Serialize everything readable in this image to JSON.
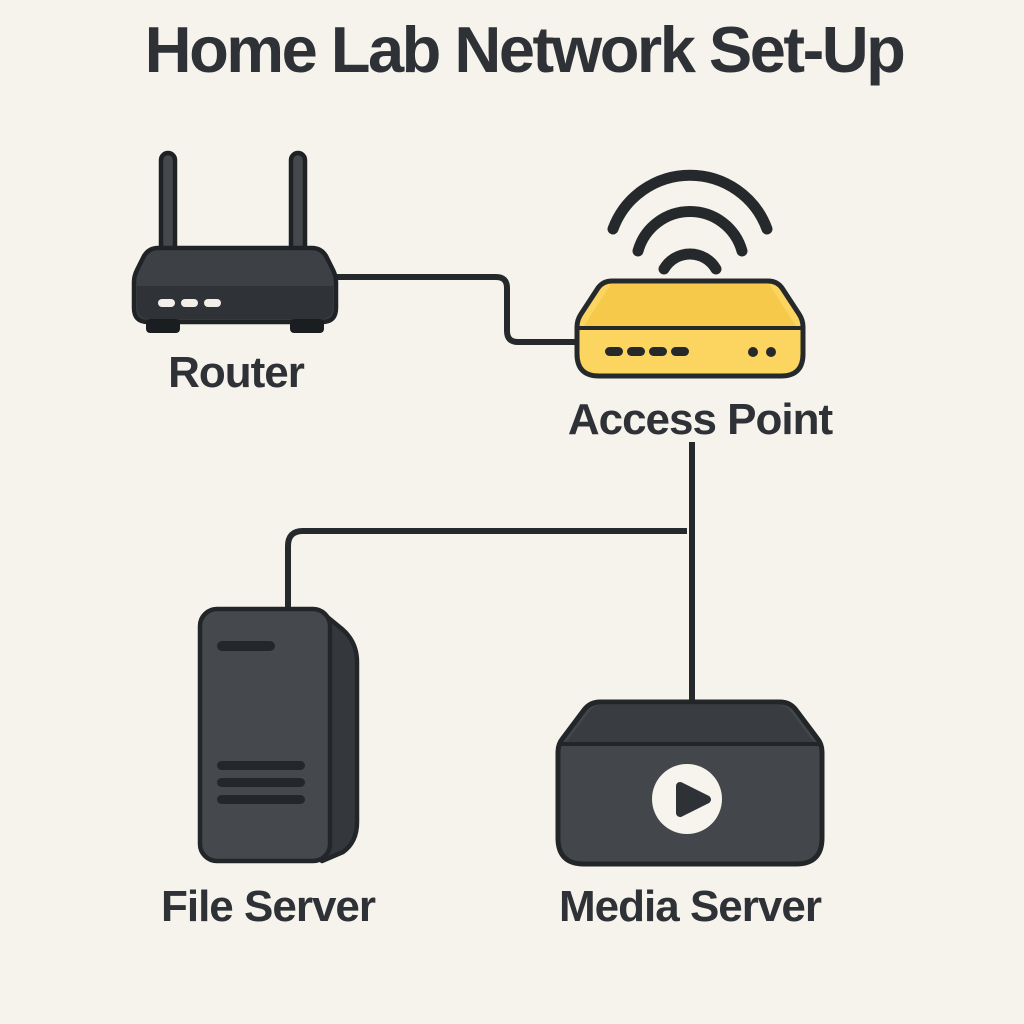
{
  "diagram": {
    "title": "Home Lab Network Set-Up",
    "colors": {
      "bg": "#f6f2ec",
      "text": "#2e3236",
      "line": "#26292b",
      "device-dark": "#3d4145",
      "device-darker": "#2f3337",
      "device-front": "#45494d",
      "ap-front": "#fbd55f",
      "ap-top": "#f6c94b",
      "led-white": "#f3efe8"
    },
    "nodes": [
      {
        "id": "router",
        "label": "Router",
        "icon": "router-icon",
        "body_color": "#3d4145"
      },
      {
        "id": "access-point",
        "label": "Access Point",
        "icon": "access-point-icon",
        "body_color": "#fbd55f"
      },
      {
        "id": "file-server",
        "label": "File Server",
        "icon": "server-tower-icon",
        "body_color": "#45494d"
      },
      {
        "id": "media-server",
        "label": "Media Server",
        "icon": "media-player-icon",
        "body_color": "#43474b"
      }
    ],
    "connections": [
      {
        "from": "router",
        "to": "access-point"
      },
      {
        "from": "access-point",
        "to": "file-server"
      },
      {
        "from": "access-point",
        "to": "media-server"
      }
    ],
    "icon_glyphs": {
      "wifi-waves-icon": "three concentric arcs",
      "play-icon": "right-pointing triangle in circle",
      "led-lights-icon": "rounded dashes",
      "vent-lines-icon": "three horizontal slots"
    }
  }
}
